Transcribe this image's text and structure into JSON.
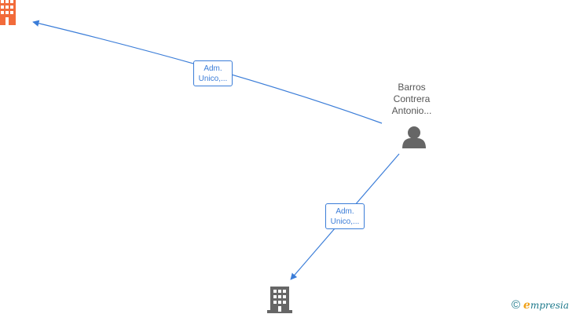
{
  "nodes": {
    "company_top": {
      "icon": "building-icon",
      "color": "#f26b3a"
    },
    "person": {
      "icon": "person-icon",
      "color": "#666666",
      "name_lines": [
        "Barros",
        "Contrera",
        "Antonio..."
      ]
    },
    "company_bottom": {
      "icon": "building-icon",
      "color": "#666666"
    }
  },
  "edges": [
    {
      "from": "person",
      "to": "company_top",
      "label_lines": [
        "Adm.",
        "Unico,..."
      ],
      "color": "#3b7dd8"
    },
    {
      "from": "person",
      "to": "company_bottom",
      "label_lines": [
        "Adm.",
        "Unico,..."
      ],
      "color": "#3b7dd8"
    }
  ],
  "watermark": {
    "copyright_symbol": "©",
    "brand_first": "e",
    "brand_rest": "mpresia"
  }
}
